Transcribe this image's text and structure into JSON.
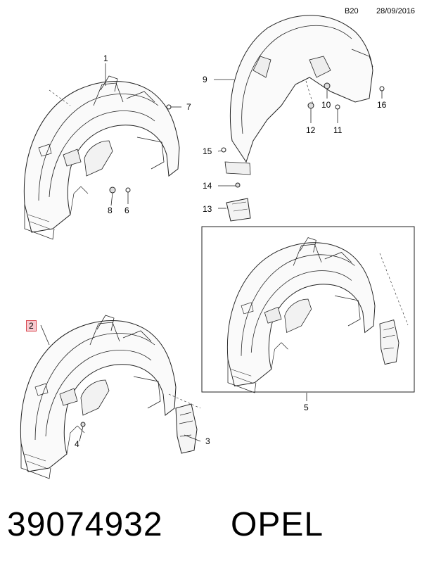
{
  "header": {
    "code": "B20",
    "date": "28/09/2016"
  },
  "callouts": [
    {
      "id": "1",
      "label": "1"
    },
    {
      "id": "2",
      "label": "2"
    },
    {
      "id": "3",
      "label": "3"
    },
    {
      "id": "4",
      "label": "4"
    },
    {
      "id": "5",
      "label": "5"
    },
    {
      "id": "6",
      "label": "6"
    },
    {
      "id": "7",
      "label": "7"
    },
    {
      "id": "8",
      "label": "8"
    },
    {
      "id": "9",
      "label": "9"
    },
    {
      "id": "10",
      "label": "10"
    },
    {
      "id": "11",
      "label": "11"
    },
    {
      "id": "12",
      "label": "12"
    },
    {
      "id": "13",
      "label": "13"
    },
    {
      "id": "14",
      "label": "14"
    },
    {
      "id": "15",
      "label": "15"
    },
    {
      "id": "16",
      "label": "16"
    }
  ],
  "footer": {
    "part_number": "39074932",
    "brand": "OPEL"
  },
  "colors": {
    "highlight_border": "#d9484f",
    "highlight_fill": "#f7c9cf",
    "line": "#222222"
  }
}
